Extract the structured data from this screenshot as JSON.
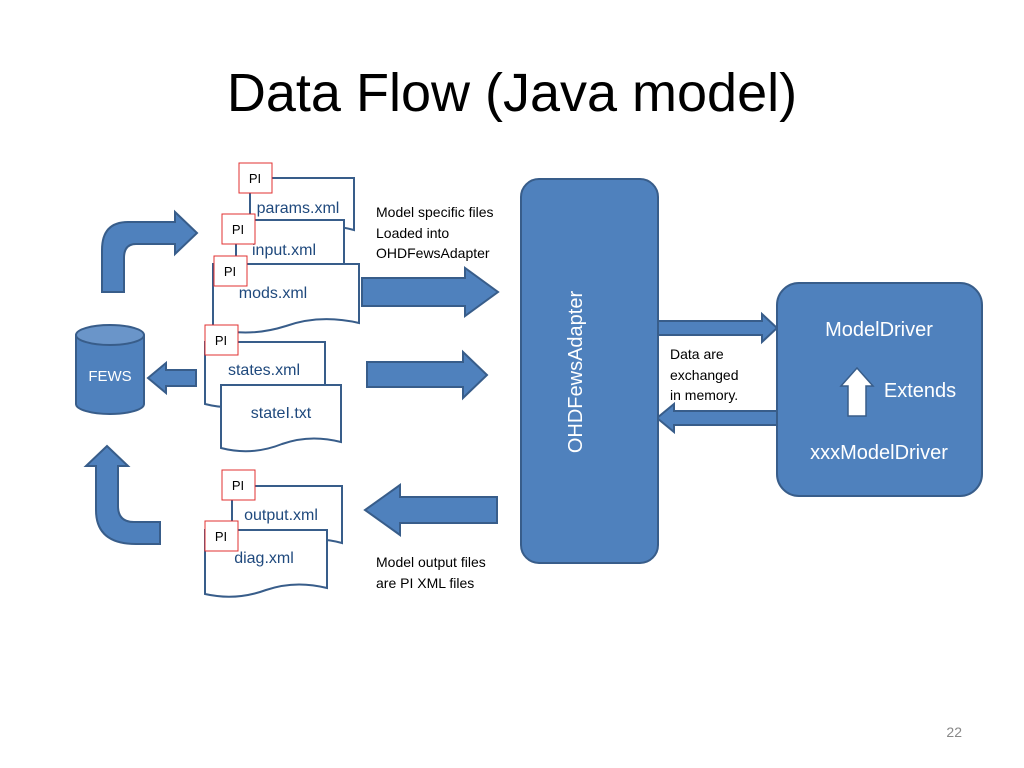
{
  "title": "Data Flow (Java model)",
  "fews": "FEWS",
  "pi_tag": "PI",
  "files": {
    "params": "params.xml",
    "input": "input.xml",
    "mods": "mods.xml",
    "states": "states.xml",
    "statei": "stateI.txt",
    "output": "output.xml",
    "diag": "diag.xml"
  },
  "notes": {
    "model_specific": [
      "Model specific files",
      "Loaded into",
      "OHDFewsAdapter"
    ],
    "data_exchange": [
      "Data are",
      "exchanged",
      "in memory."
    ],
    "model_output": [
      "Model output files",
      "are PI XML files"
    ]
  },
  "adapter": "OHDFewsAdapter",
  "driver": {
    "model_driver": "ModelDriver",
    "extends": "Extends",
    "xxx_model_driver": "xxxModelDriver"
  },
  "page_number": "22",
  "colors": {
    "box_fill": "#4f81bd",
    "box_stroke": "#385d8a",
    "file_text": "#1f497d",
    "pi_border": "#e03030"
  }
}
